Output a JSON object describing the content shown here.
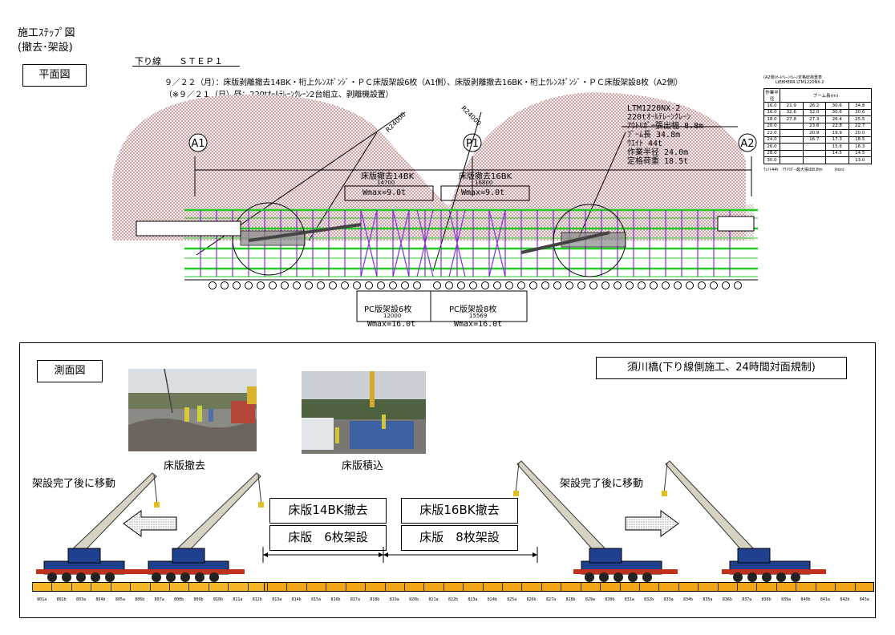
{
  "header": {
    "title_line1": "施工ｽﾃｯﾌﾟ図",
    "title_line2": "(撤去･架設)",
    "plan_label": "平面図",
    "step_label": "下り線　　ＳＴＥＰ１",
    "desc_line1": "９／２２（月）：床版剥離撤去14BK・桁上ｸﾚﾝｽﾎﾟﾝｼﾞ・ＰＣ床版架設6枚（A1側）、床版剥離撤去16BK・桁上ｸﾚﾝｽﾎﾟﾝｼﾞ・ＰＣ床版架設8枚（A2側）",
    "desc_line2": "（※９／２１（日）昼：220tｵｰﾙﾃﾚｰﾝｸﾚｰﾝ2台組立、剥離機設置）"
  },
  "plan": {
    "abutments": [
      "A1",
      "P1",
      "A2"
    ],
    "radius_labels": [
      "R24000",
      "R24000"
    ],
    "removal_left": {
      "title": "床版撤去14BK",
      "dim": "14700",
      "wmax": "Wmax=9.0t"
    },
    "removal_right": {
      "title": "床版撤去16BK",
      "dim": "16800",
      "wmax": "Wmax=9.0t"
    },
    "install_left": {
      "title": "PC版架設6枚",
      "dim": "12000",
      "wmax": "Wmax=16.0t"
    },
    "install_right": {
      "title": "PC版架設8枚",
      "dim": "15569",
      "wmax": "Wmax=16.0t"
    },
    "crane_spec": {
      "model": "LTM1220NX-2",
      "type": "220tｵｰﾙﾃﾚｰﾝｸﾚｰﾝ",
      "outrigger": "ｱｳﾄﾘｶﾞｰ張出幅 8.8m",
      "boom": "ﾌﾞｰﾑ長 34.8m",
      "weight": "ｳｴｲﾄ 44t",
      "radius": "作業半径 24.0m",
      "rated_load": "定格荷重 18.5t"
    },
    "load_table": {
      "title": "(A2側)ｵｰﾙﾃﾚｰﾝｸﾚｰﾝ定格総荷重表",
      "subtitle": "LIEBHERR LTM1220NX-2",
      "col_header": "ブーム長(m)",
      "row_header": "作業半径",
      "rows": [
        [
          "16.0",
          "21.9",
          "26.2",
          "30.6",
          "34.8"
        ],
        [
          "16.0",
          "32.6",
          "32.0",
          "30.6",
          "30.6"
        ],
        [
          "18.0",
          "27.8",
          "27.3",
          "26.4",
          "25.5"
        ],
        [
          "20.0",
          "",
          "23.6",
          "22.8",
          "22.7"
        ],
        [
          "22.0",
          "",
          "20.9",
          "19.9",
          "20.0"
        ],
        [
          "24.0",
          "",
          "16.7",
          "17.3",
          "18.5"
        ],
        [
          "26.0",
          "",
          "",
          "15.6",
          "16.3"
        ],
        [
          "28.0",
          "",
          "",
          "14.5",
          "14.5"
        ],
        [
          "30.0",
          "",
          "",
          "",
          "13.0"
        ]
      ],
      "footnote": "ｳｪｲﾄ44t　ｱｳﾄﾘｶﾞｰ最大張出8.8m　　　(ton)"
    }
  },
  "section": {
    "label": "測面図",
    "bridge_title": "須川橋(下り線側施工、24時間対面規制)",
    "caption_removal": "床版撤去",
    "caption_loading": "床版積込",
    "move_left": "架設完了後に移動",
    "move_right": "架設完了後に移動",
    "box_rm14": "床版14BK撤去",
    "box_in6": "床版　6枚架設",
    "box_rm16": "床版16BK撤去",
    "box_in8": "床版　8枚架設",
    "segments": [
      "801a",
      "802b",
      "803a",
      "804b",
      "805a",
      "806b",
      "807a",
      "808b",
      "809b",
      "810b",
      "811a",
      "812b",
      "813a",
      "814b",
      "815a",
      "816b",
      "817a",
      "818b",
      "819a",
      "820b",
      "821a",
      "822b",
      "823a",
      "824b",
      "825a",
      "826b",
      "827a",
      "828b",
      "829a",
      "830b",
      "831a",
      "832b",
      "833a",
      "834b",
      "835a",
      "836b",
      "837a",
      "838b",
      "839a",
      "840b",
      "841a",
      "842b",
      "843a"
    ]
  },
  "colors": {
    "hatch": "#c9a0a0",
    "girder_green": "#22cc22",
    "brace_purple": "#8a2be2",
    "beam_orange": "#f2a516",
    "crane_blue": "#1f3f8f"
  }
}
